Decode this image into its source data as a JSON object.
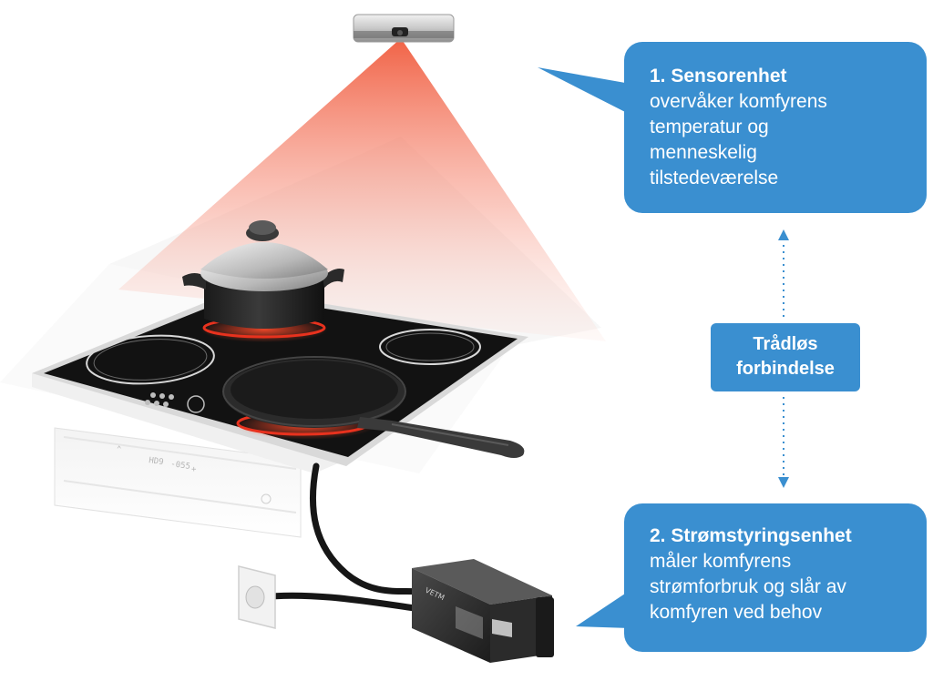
{
  "callouts": {
    "sensor": {
      "title": "1. Sensorenhet",
      "lines": [
        "overvåker komfyrens",
        "temperatur og",
        "menneskelig",
        "tilstedeværelse"
      ]
    },
    "wireless": {
      "lines": [
        "Trådløs",
        "forbindelse"
      ]
    },
    "power": {
      "title": "2. Strømstyringsenhet",
      "lines": [
        "måler komfyrens",
        "strømforbruk og slår av",
        "komfyren ved behov"
      ]
    }
  },
  "panel_display": {
    "readout_1": "HD9",
    "readout_2": "-055"
  },
  "control_box_brand": "VETM",
  "colors": {
    "callout_blue": "#3a8fd0",
    "heat_red": "#e8321e",
    "cooktop_black": "#121212",
    "arrow_dots": "#3a8fd0"
  }
}
